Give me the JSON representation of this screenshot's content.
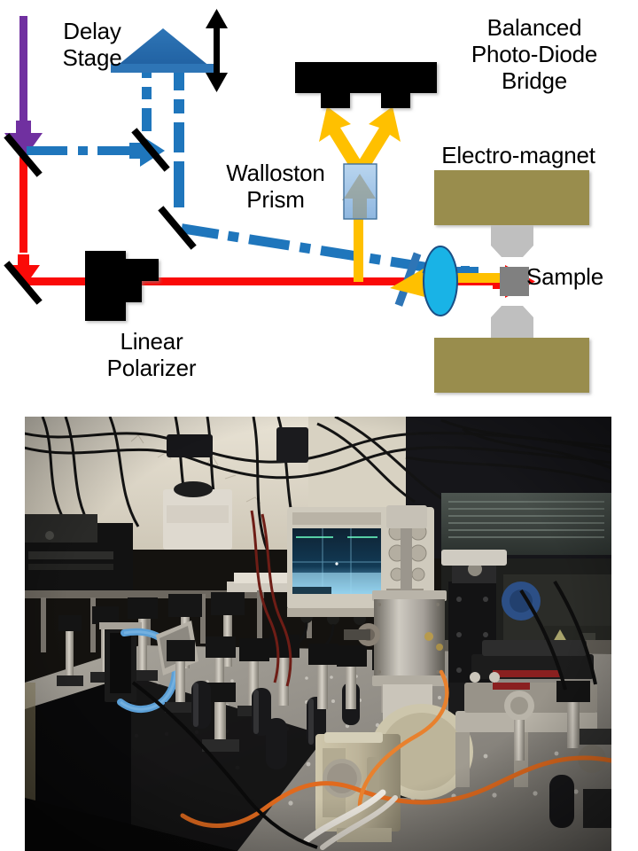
{
  "figure": {
    "kind": "optical-setup-schematic-with-photo",
    "background_color": "#ffffff"
  },
  "diagram": {
    "labels": {
      "delay_stage": "Delay\nStage",
      "wollaston_prism": "Walloston\nPrism",
      "balanced_photodiode_bridge": "Balanced\nPhoto-Diode\nBridge",
      "electro_magnet": "Electro-magnet",
      "sample": "Sample",
      "linear_polarizer": "Linear\nPolarizer"
    },
    "colors": {
      "pump_beam_red": "#fa0a08",
      "probe_beam_blue": "#1f76bc",
      "input_beam_purple": "#7030a0",
      "signal_beam_yellow": "#ffc000",
      "mirror_black": "#000000",
      "magnet_olive": "#998d4e",
      "pole_piece_gray": "#bfbfbf",
      "sample_gray": "#808080",
      "prism_blue": "#9dc3e6",
      "lens_cyan": "#19b3e6",
      "photodiode_black": "#000000",
      "text_black": "#000000"
    },
    "components": [
      {
        "name": "delay-stage-retroreflector",
        "shape": "triangle",
        "color": "#1f76bc"
      },
      {
        "name": "delay-stage-travel-arrow",
        "shape": "double-headed-vertical-arrow",
        "color": "#000000"
      },
      {
        "name": "mirror-top-left",
        "shape": "angled-bar",
        "color": "#000000"
      },
      {
        "name": "mirror-delay-input",
        "shape": "angled-bar",
        "color": "#000000"
      },
      {
        "name": "mirror-mid",
        "shape": "angled-bar",
        "color": "#000000"
      },
      {
        "name": "mirror-bottom-left",
        "shape": "angled-bar",
        "color": "#000000"
      },
      {
        "name": "mirror-beam-combiner",
        "shape": "angled-bar",
        "color": "#1f76bc"
      },
      {
        "name": "linear-polarizer",
        "shape": "cross-block",
        "color": "#000000"
      },
      {
        "name": "wollaston-prism",
        "shape": "rectangle",
        "color": "#9dc3e6"
      },
      {
        "name": "balanced-photodiode-bridge",
        "shape": "bar-with-two-feet",
        "color": "#000000"
      },
      {
        "name": "focusing-lens",
        "shape": "ellipse",
        "color": "#19b3e6"
      },
      {
        "name": "electro-magnet-upper-yoke",
        "shape": "rectangle",
        "color": "#998d4e"
      },
      {
        "name": "electro-magnet-lower-yoke",
        "shape": "rectangle",
        "color": "#998d4e"
      },
      {
        "name": "pole-piece-upper",
        "shape": "tapered-octagon",
        "color": "#bfbfbf"
      },
      {
        "name": "pole-piece-lower",
        "shape": "tapered-octagon",
        "color": "#bfbfbf"
      },
      {
        "name": "sample",
        "shape": "square",
        "color": "#808080"
      }
    ],
    "beams": [
      {
        "name": "input-beam",
        "style": "solid",
        "color": "#7030a0",
        "direction": "downward"
      },
      {
        "name": "pump-beam",
        "style": "solid",
        "color": "#fa0a08",
        "direction": "down-then-right"
      },
      {
        "name": "probe-beam",
        "style": "dash-dot",
        "color": "#1f76bc",
        "direction": "via-delay-stage-to-sample"
      },
      {
        "name": "reflected-signal-beam",
        "style": "solid",
        "color": "#ffc000",
        "direction": "sample-to-prism-to-photodiodes"
      }
    ]
  },
  "photograph": {
    "caption": "",
    "scene": "laser optics laboratory table",
    "elements": [
      {
        "name": "oscilloscope",
        "detail": "screen with blue waveform traces"
      },
      {
        "name": "vacuum-chamber",
        "detail": "cylindrical stainless steel chamber"
      },
      {
        "name": "optical-table",
        "detail": "breadboard with mounting hole grid"
      },
      {
        "name": "beam-steering-mirrors",
        "detail": "black posts and mirror mounts"
      },
      {
        "name": "electromagnet",
        "detail": "cream colored magnet housing"
      },
      {
        "name": "fiber-optic-cable",
        "detail": "orange patch cable"
      },
      {
        "name": "blue-hose",
        "detail": "coolant line"
      },
      {
        "name": "instrument-rack",
        "detail": "background electronics"
      },
      {
        "name": "cable-bundle",
        "detail": "black cables along wall"
      }
    ]
  }
}
